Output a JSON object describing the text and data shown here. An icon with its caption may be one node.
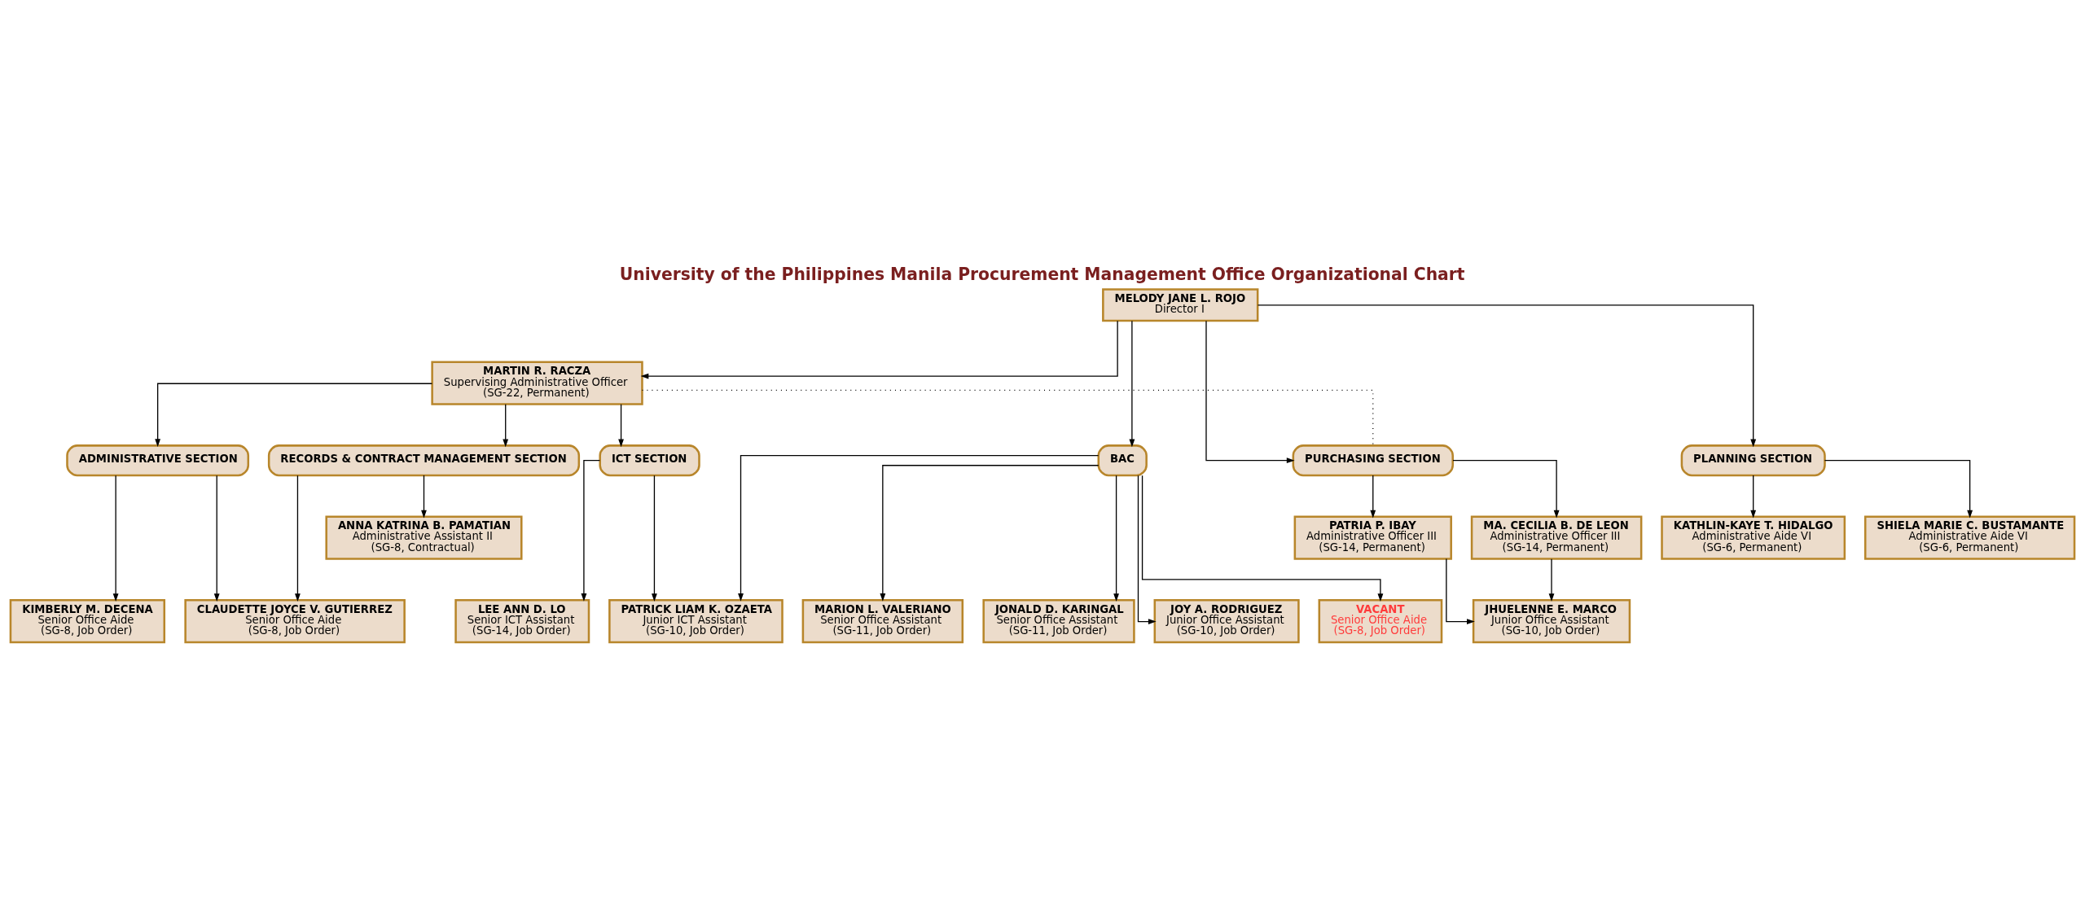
{
  "diagram": {
    "title": "University of the Philippines Manila Procurement Management Office Organizational Chart",
    "nodes": [
      {
        "text": [
          "MELODY JANE L. ROJO",
          "Director I"
        ]
      },
      {
        "text": [
          "MARTIN R. RACZA",
          "Supervising Administrative Officer",
          "(SG-22, Permanent)"
        ]
      },
      {
        "text": [
          "ADMINISTRATIVE SECTION"
        ]
      },
      {
        "text": [
          "RECORDS & CONTRACT MANAGEMENT SECTION"
        ]
      },
      {
        "text": [
          "ICT SECTION"
        ]
      },
      {
        "text": [
          "BAC"
        ]
      },
      {
        "text": [
          "PLANNING SECTION"
        ]
      },
      {
        "text": [
          "PURCHASING SECTION"
        ]
      },
      {
        "text": [
          "ANNA KATRINA B. PAMATIAN",
          "Administrative Assistant II",
          "(SG-8, Contractual)"
        ]
      },
      {
        "text": [
          "KATHLIN-KAYE T. HIDALGO",
          "Administrative Aide VI",
          "(SG-6, Permanent)"
        ]
      },
      {
        "text": [
          "SHIELA MARIE C. BUSTAMANTE",
          "Administrative Aide VI",
          "(SG-6, Permanent)"
        ]
      },
      {
        "text": [
          "PATRIA P. IBAY",
          "Administrative Officer III",
          "(SG-14, Permanent)"
        ]
      },
      {
        "text": [
          "MA. CECILIA B. DE LEON",
          "Administrative Officer III",
          "(SG-14, Permanent)"
        ]
      },
      {
        "text": [
          "KIMBERLY M. DECENA",
          "Senior Office Aide",
          "(SG-8, Job Order)"
        ]
      },
      {
        "text": [
          "CLAUDETTE JOYCE V. GUTIERREZ",
          "Senior Office Aide",
          "(SG-8, Job Order)"
        ]
      },
      {
        "text": [
          "LEE ANN D. LO",
          "Senior ICT Assistant",
          "(SG-14, Job Order)"
        ]
      },
      {
        "text": [
          "PATRICK LIAM K. OZAETA",
          "Junior ICT Assistant",
          "(SG-10, Job Order)"
        ]
      },
      {
        "text": [
          "MARION L. VALERIANO",
          "Senior Office Assistant",
          "(SG-11, Job Order)"
        ]
      },
      {
        "text": [
          "JONALD D. KARINGAL",
          "Senior Office Assistant",
          "(SG-11, Job Order)"
        ]
      },
      {
        "text": [
          "JOY A. RODRIGUEZ",
          "Junior Office Assistant",
          "(SG-10, Job Order)"
        ]
      },
      {
        "text": [
          "VACANT",
          "Senior Office Aide",
          "(SG-8, Job Order)"
        ]
      },
      {
        "text": [
          "JHUELENNE E. MARCO",
          "Junior Office Assistant",
          "(SG-10, Job Order)"
        ]
      }
    ],
    "edges": [
      {
        "from": 0,
        "to": 1,
        "arrow": "to"
      },
      {
        "from": 0,
        "to": 5,
        "arrow": "to"
      },
      {
        "from": 0,
        "to": 6,
        "arrow": "to"
      },
      {
        "from": 0,
        "to": 7,
        "arrow": "to"
      },
      {
        "from": 1,
        "to": 7,
        "arrow": "none",
        "style": "dashed"
      },
      {
        "from": 1,
        "to": 2,
        "arrow": "to"
      },
      {
        "from": 1,
        "to": 3,
        "arrow": "to"
      },
      {
        "from": 1,
        "to": 4,
        "arrow": "to"
      },
      {
        "from": 2,
        "to": 13,
        "arrow": "to"
      },
      {
        "from": 2,
        "to": 14,
        "arrow": "to"
      },
      {
        "from": 3,
        "to": 14,
        "arrow": "to"
      },
      {
        "from": 3,
        "to": 8,
        "arrow": "to"
      },
      {
        "from": 4,
        "to": 15,
        "arrow": "to"
      },
      {
        "from": 4,
        "to": 16,
        "arrow": "to"
      },
      {
        "from": 5,
        "to": 16,
        "arrow": "to"
      },
      {
        "from": 5,
        "to": 17,
        "arrow": "to"
      },
      {
        "from": 5,
        "to": 18,
        "arrow": "to"
      },
      {
        "from": 5,
        "to": 19,
        "arrow": "to"
      },
      {
        "from": 5,
        "to": 20,
        "arrow": "to"
      },
      {
        "from": 6,
        "to": 9,
        "arrow": "to"
      },
      {
        "from": 6,
        "to": 10,
        "arrow": "to"
      },
      {
        "from": 7,
        "to": 11,
        "arrow": "to"
      },
      {
        "from": 7,
        "to": 12,
        "arrow": "to"
      },
      {
        "from": 11,
        "to": 21,
        "arrow": "to"
      },
      {
        "from": 12,
        "to": 21,
        "arrow": "to"
      }
    ]
  }
}
